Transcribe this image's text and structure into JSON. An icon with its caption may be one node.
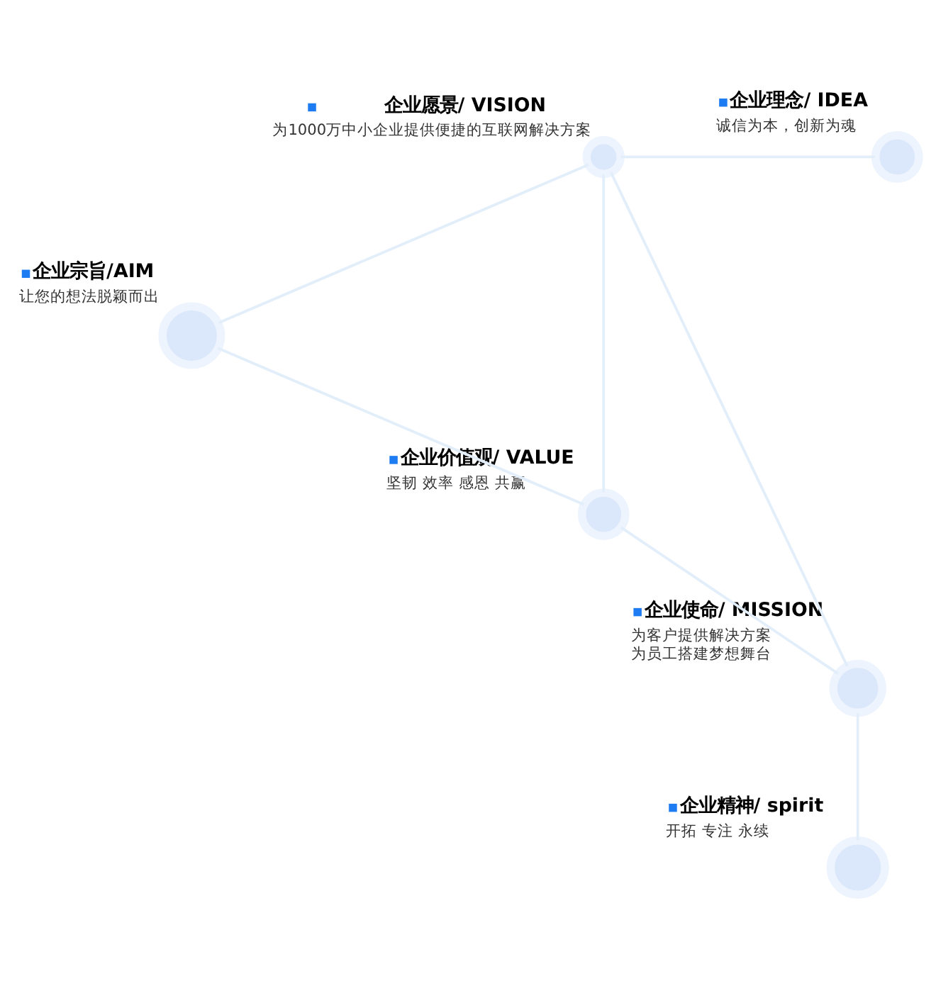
{
  "diagram": {
    "nodes": [
      {
        "text": [
          "企业理念/ IDEA",
          "诚信为本，创新为魂"
        ]
      },
      {
        "text": [
          "企业愿景/ VISION",
          "为1000万中小企业提供便捷的互联网解决方案"
        ]
      },
      {
        "text": [
          "企业宗旨/AIM",
          "让您的想法脱颖而出"
        ]
      },
      {
        "text": [
          "企业价值观/ VALUE",
          "坚韧 效率 感恩 共赢"
        ]
      },
      {
        "text": [
          "企业使命/ MISSION",
          "为客户提供解决方案",
          "为员工搭建梦想舞台"
        ]
      },
      {
        "text": [
          "企业精神/ spirit",
          "开拓 专注 永续"
        ]
      }
    ],
    "edges": [
      {
        "from": 1,
        "to": 0,
        "arrow": "none"
      },
      {
        "from": 1,
        "to": 2,
        "arrow": "none"
      },
      {
        "from": 1,
        "to": 3,
        "arrow": "none"
      },
      {
        "from": 1,
        "to": 4,
        "arrow": "none"
      },
      {
        "from": 2,
        "to": 3,
        "arrow": "none"
      },
      {
        "from": 3,
        "to": 4,
        "arrow": "none"
      },
      {
        "from": 4,
        "to": 5,
        "arrow": "none"
      }
    ]
  }
}
